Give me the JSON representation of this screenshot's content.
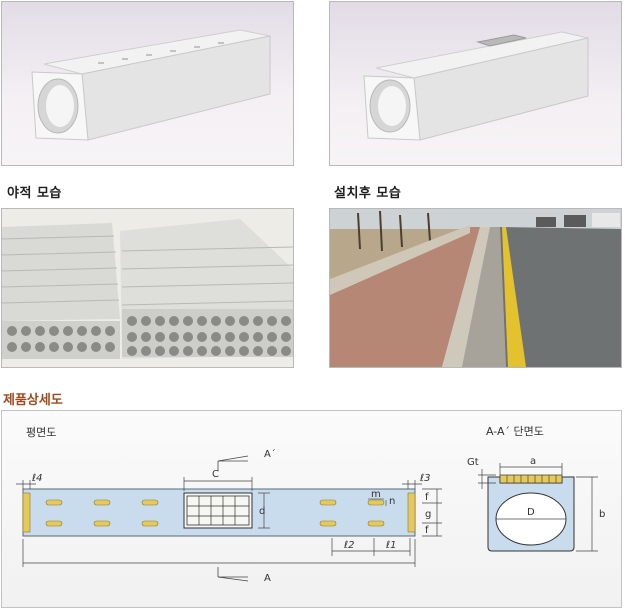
{
  "captions": {
    "stacked": "야적 모습",
    "installed": "설치후 모습"
  },
  "section_title": "제품상세도",
  "drawing": {
    "plan_title": "평면도",
    "section_view_title": "A-A´ 단면도",
    "dims": {
      "l4": "ℓ4",
      "l3": "ℓ3",
      "l2": "ℓ2",
      "l1": "ℓ1",
      "c": "C",
      "d": "d",
      "m": "m",
      "n": "n",
      "f1": "f",
      "g": "g",
      "f2": "f",
      "a_top": "A´",
      "a_bottom": "A",
      "gt": "Gt",
      "a": "a",
      "D": "D",
      "b": "b"
    }
  },
  "colors": {
    "title_brown": "#a04a1e",
    "pipe_fill": "#c8dced",
    "grating_yellow": "#e6c95a"
  }
}
